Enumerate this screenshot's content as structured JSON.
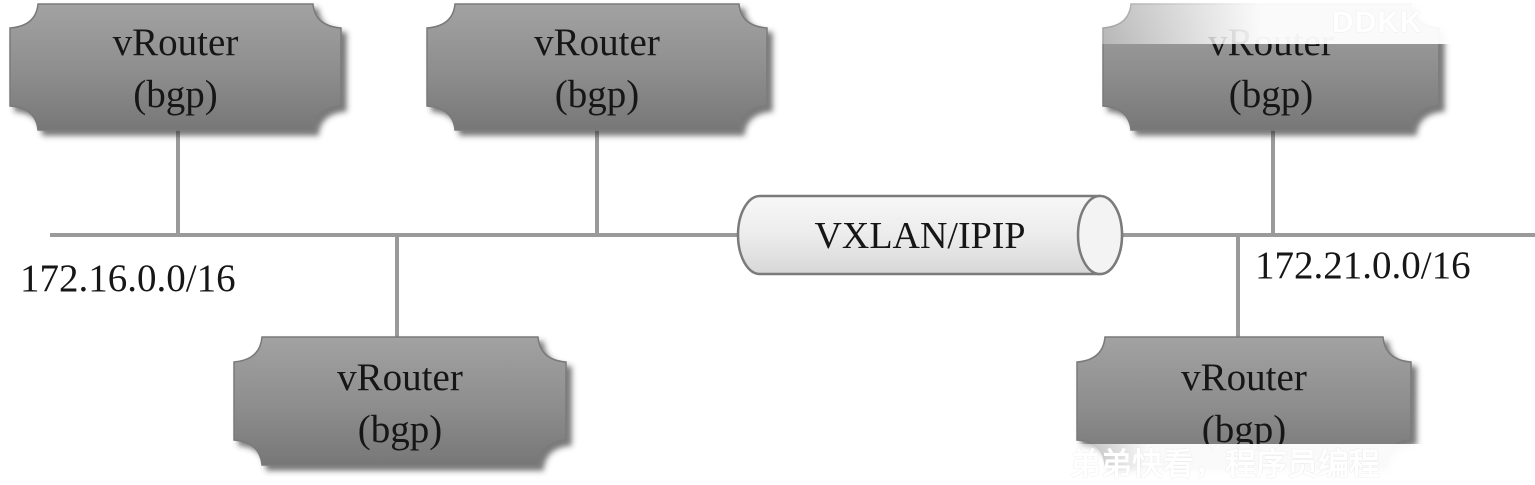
{
  "nodes": [
    {
      "line1": "vRouter",
      "line2": "(bgp)"
    },
    {
      "line1": "vRouter",
      "line2": "(bgp)"
    },
    {
      "line1": "vRouter",
      "line2": "(bgp)"
    },
    {
      "line1": "vRouter",
      "line2": "(bgp)"
    },
    {
      "line1": "vRouter",
      "line2": "(bgp)"
    }
  ],
  "networks": {
    "left": "172.16.0.0/16",
    "right": "172.21.0.0/16"
  },
  "tunnel": {
    "label": "VXLAN/IPIP"
  },
  "watermarks": {
    "top": "DDKK",
    "bottom": "弟弟快看，程序员编程"
  },
  "colors": {
    "node_fill": "#8f8f8f",
    "node_shadow": "#3a3a3a",
    "line": "#9a9a9a",
    "tunnel_fill": "#f0f0f0",
    "tunnel_stroke": "#7b7b7b"
  }
}
